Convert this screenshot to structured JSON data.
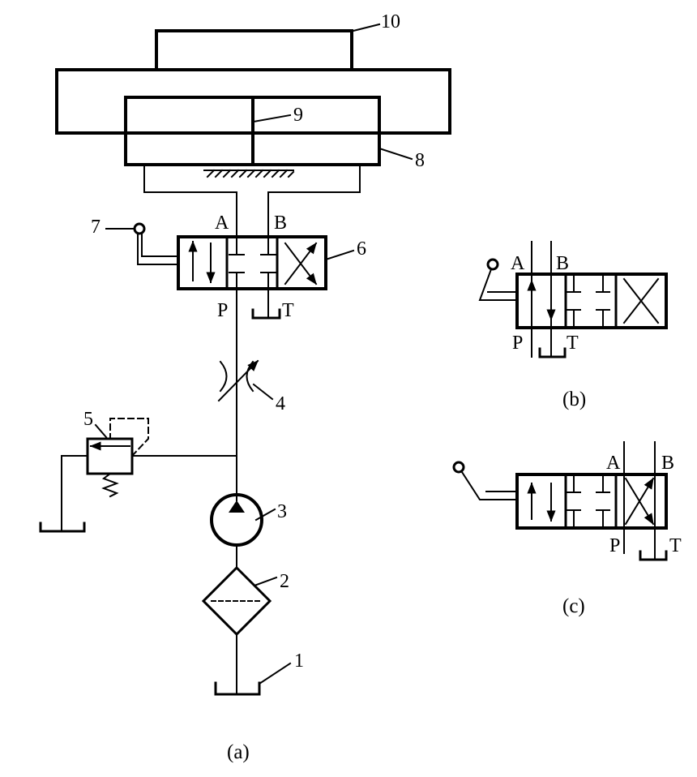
{
  "diagram": {
    "numbers": {
      "n1": "1",
      "n2": "2",
      "n3": "3",
      "n4": "4",
      "n5": "5",
      "n6": "6",
      "n7": "7",
      "n8": "8",
      "n9": "9",
      "n10": "10"
    },
    "ports": {
      "a": "A",
      "b": "B",
      "p": "P",
      "t": "T"
    },
    "captions": {
      "a": "(a)",
      "b": "(b)",
      "c": "(c)"
    }
  }
}
